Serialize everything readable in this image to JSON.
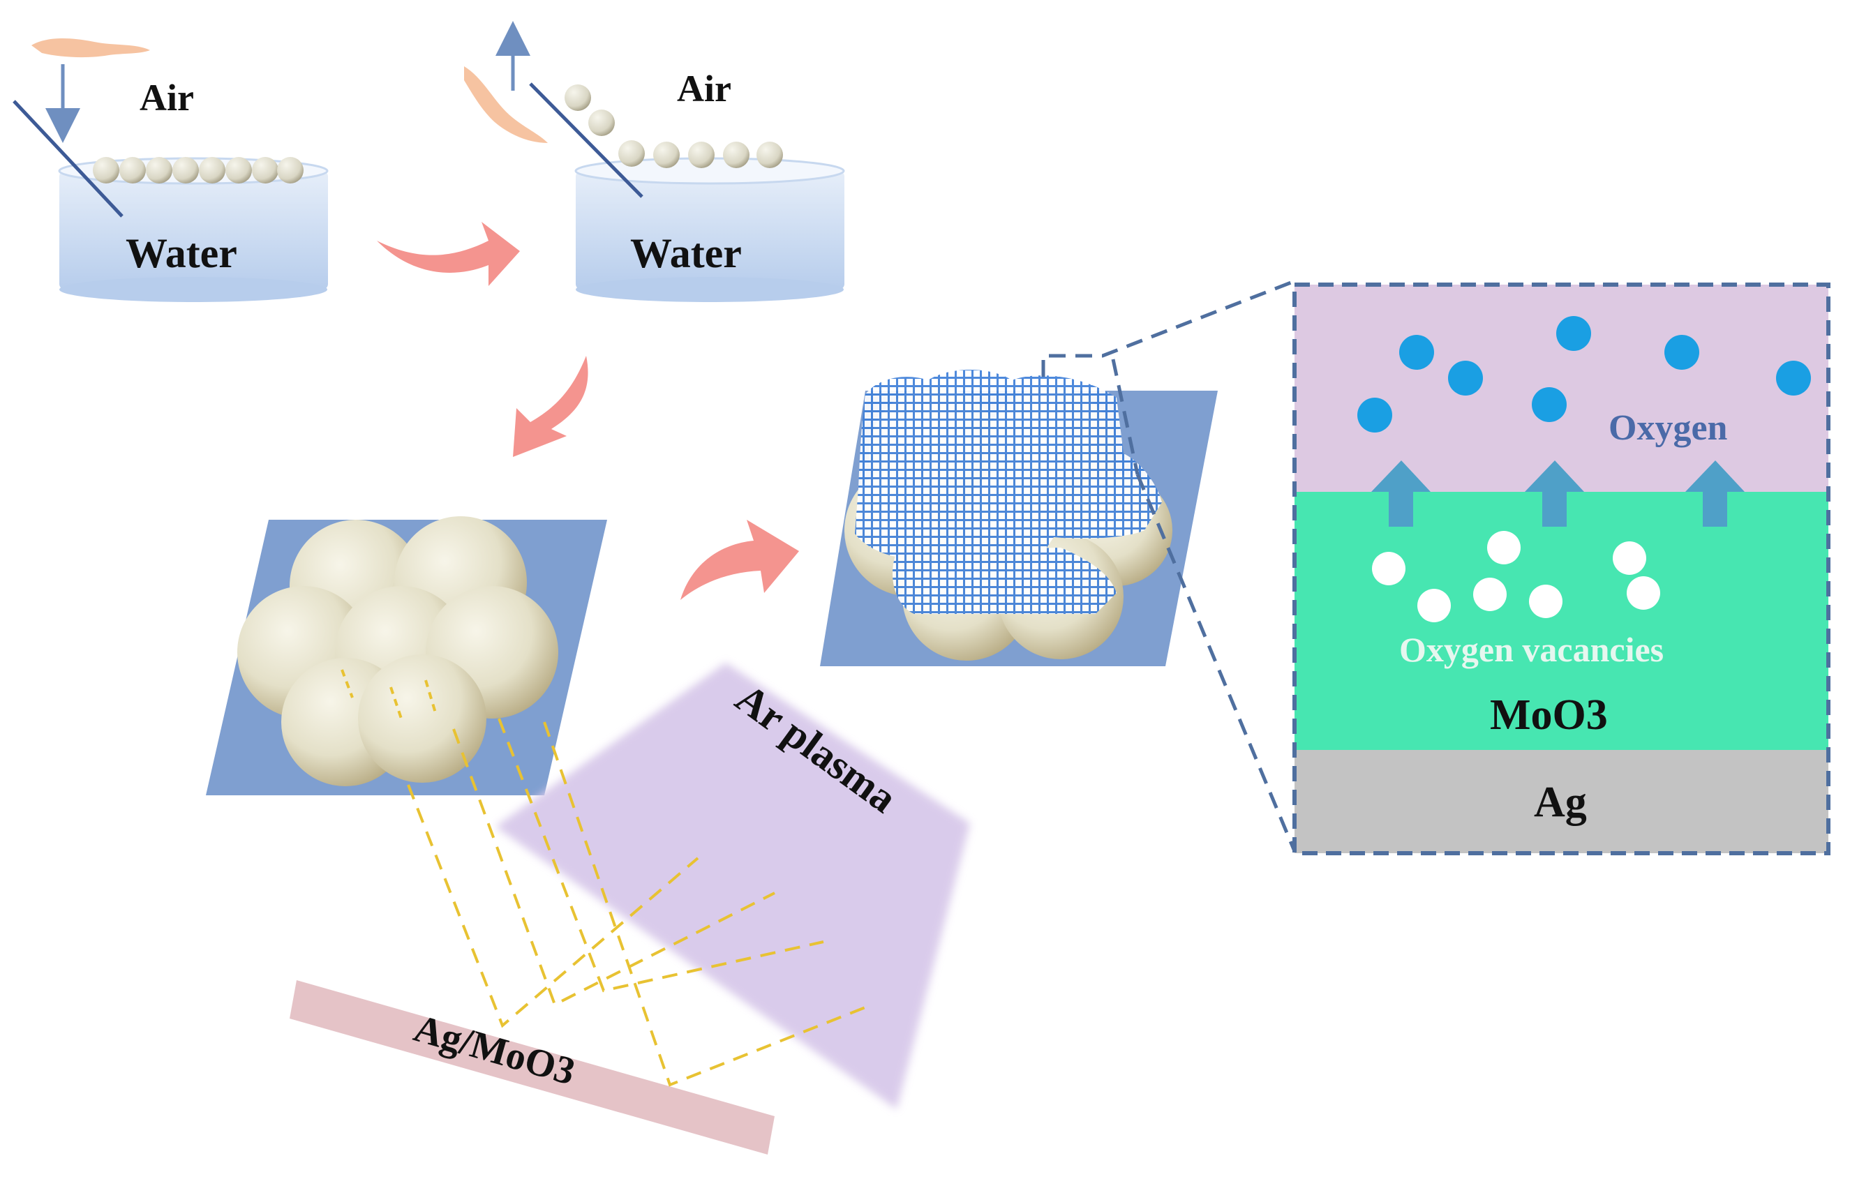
{
  "labels": {
    "air_left": "Air",
    "water_left": "Water",
    "air_right": "Air",
    "water_right": "Water",
    "ar_plasma": "Ar plasma",
    "target": "Ag/MoO3",
    "oxygen": "Oxygen",
    "oxygen_vacancies": "Oxygen vacancies",
    "moo3_layer": "MoO3",
    "ag_layer": "Ag"
  },
  "colors": {
    "water_top": "#dfe9f7",
    "water_bottom": "#bdd3ef",
    "substrate": "#7f9fd0",
    "dashed_frame": "#4f6f9f",
    "oxygen_region": "#ddc9e2",
    "moo3_region": "#47e6b1",
    "ag_region": "#c3c3c3",
    "oxygen_dot": "#1a9fe3",
    "vacancy_dot": "#ffffff",
    "arrow_fill": "#4fa0c8",
    "process_arrow": "#f4948f",
    "plasma": "#d8c9ea",
    "target_bar": "#e5c3c7",
    "sputter_path": "#e8c232",
    "hand": "#f5b990",
    "sphere": "#e7e4cf"
  },
  "icons": [
    "hand-icon",
    "down-arrow-icon",
    "up-arrow-icon"
  ]
}
